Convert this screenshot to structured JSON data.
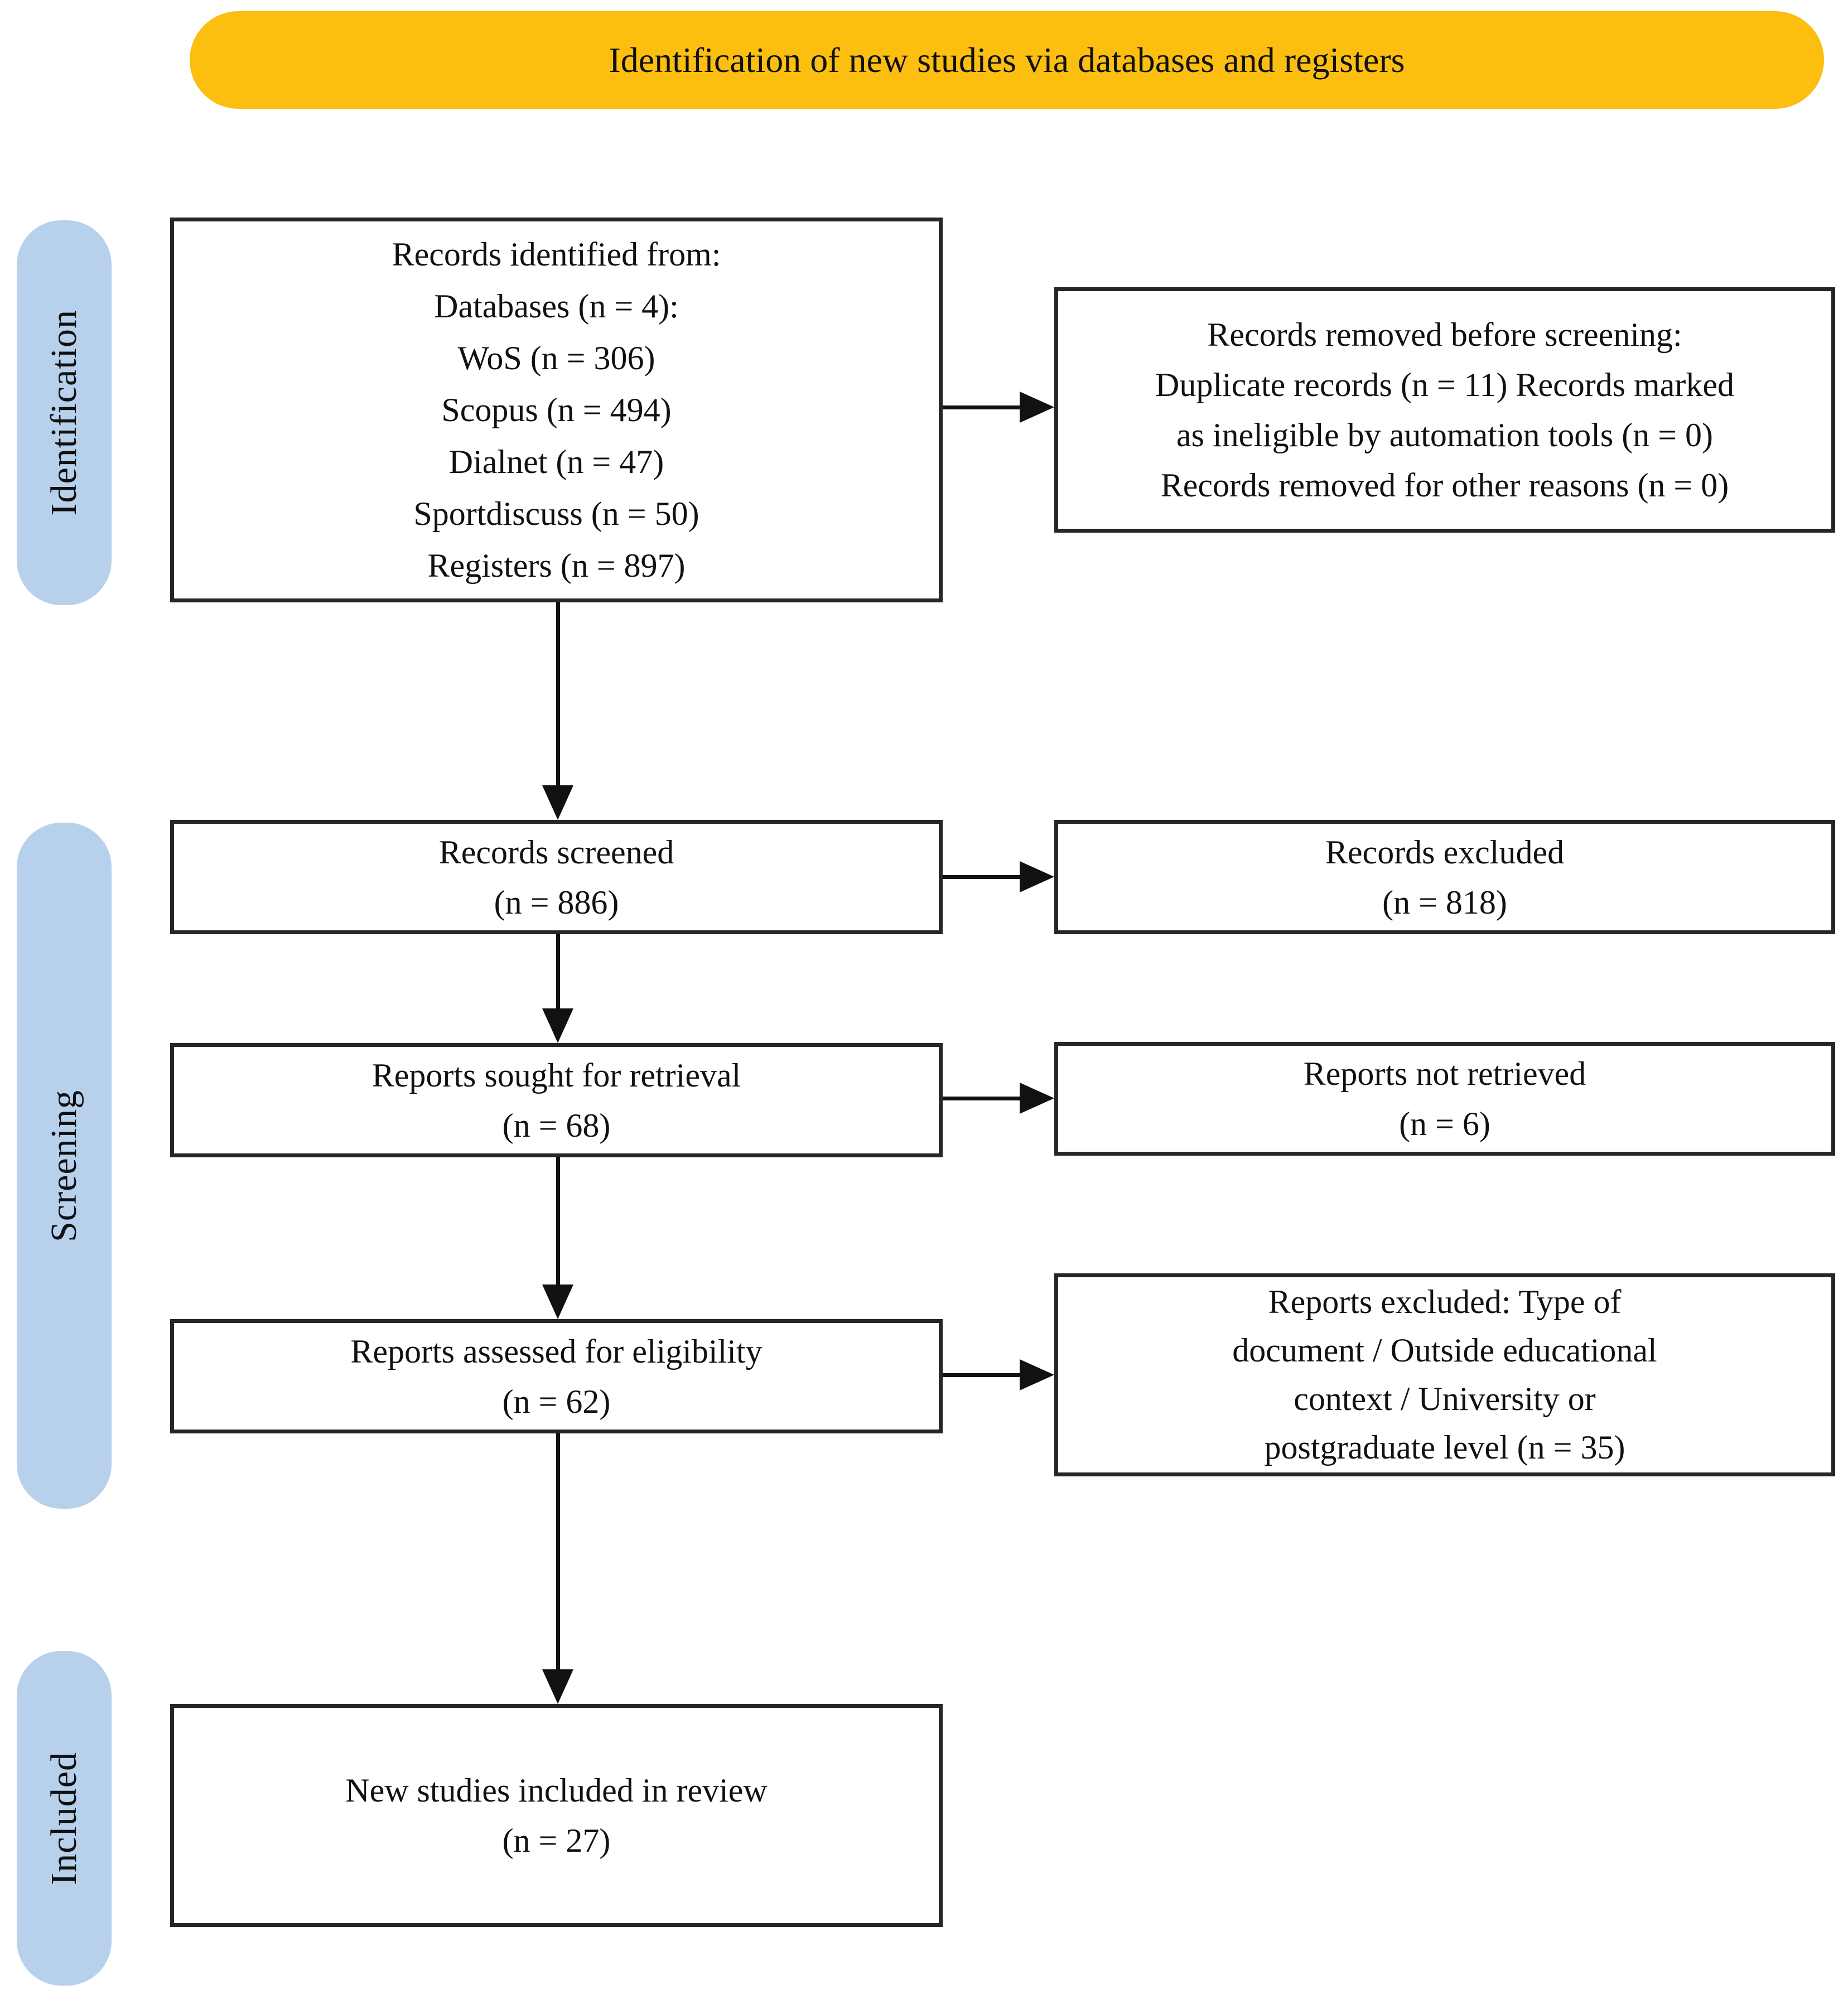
{
  "header": {
    "title": "Identification of new studies via databases and registers"
  },
  "stages": {
    "identification": "Identification",
    "screening": "Screening",
    "included": "Included"
  },
  "boxes": {
    "identified": {
      "text": "Records identified from:\nDatabases (n = 4):\nWoS (n = 306)\nScopus (n = 494)\nDialnet (n = 47)\nSportdiscuss (n = 50)\nRegisters (n = 897)"
    },
    "removed": {
      "text": "Records removed before screening:\nDuplicate records (n = 11) Records marked\nas ineligible by automation tools (n = 0)\nRecords removed for other reasons (n = 0)"
    },
    "screened": {
      "text": "Records screened\n(n = 886)"
    },
    "excluded": {
      "text": "Records excluded\n(n = 818)"
    },
    "sought": {
      "text": "Reports sought for retrieval\n(n = 68)"
    },
    "not_retrieved": {
      "text": "Reports not retrieved\n(n = 6)"
    },
    "assessed": {
      "text": "Reports assessed for eligibility\n(n = 62)"
    },
    "reports_excluded": {
      "text": "Reports excluded: Type of\ndocument / Outside educational\ncontext / University or\npostgraduate level (n = 35)"
    },
    "included_studies": {
      "text": "New studies included in review\n(n = 27)"
    }
  },
  "colors": {
    "banner_bg": "#FCBF10",
    "stage_tag_bg": "#B7D0EC",
    "box_border": "#262626",
    "arrow": "#111111",
    "text": "#111111"
  }
}
